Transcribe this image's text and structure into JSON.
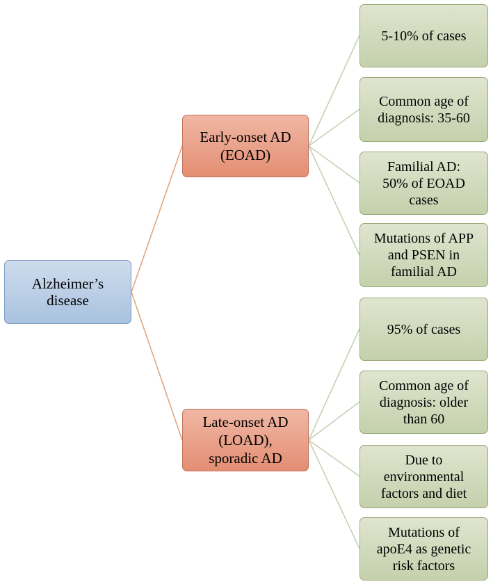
{
  "root": {
    "label": "Alzheimer’s\ndisease"
  },
  "branches": [
    {
      "label": "Early-onset AD\n(EOAD)",
      "children": [
        {
          "label": "5-10% of cases"
        },
        {
          "label": "Common age of\ndiagnosis: 35-60"
        },
        {
          "label": "Familial AD:\n50% of EOAD\ncases"
        },
        {
          "label": "Mutations of APP\nand PSEN in\nfamilial AD"
        }
      ]
    },
    {
      "label": "Late-onset AD\n(LOAD),\nsporadic AD",
      "children": [
        {
          "label": "95% of cases"
        },
        {
          "label": "Common age of\ndiagnosis: older\nthan 60"
        },
        {
          "label": "Due to\nenvironmental\nfactors and diet"
        },
        {
          "label": "Mutations of\napoE4 as genetic\nrisk factors"
        }
      ]
    }
  ],
  "colors": {
    "root_fill": "#b8cce4",
    "branch_fill": "#e9a08a",
    "leaf_fill": "#d1dabd",
    "root_connector": "#e0a67e",
    "leaf_connector": "#c8cfb4"
  }
}
